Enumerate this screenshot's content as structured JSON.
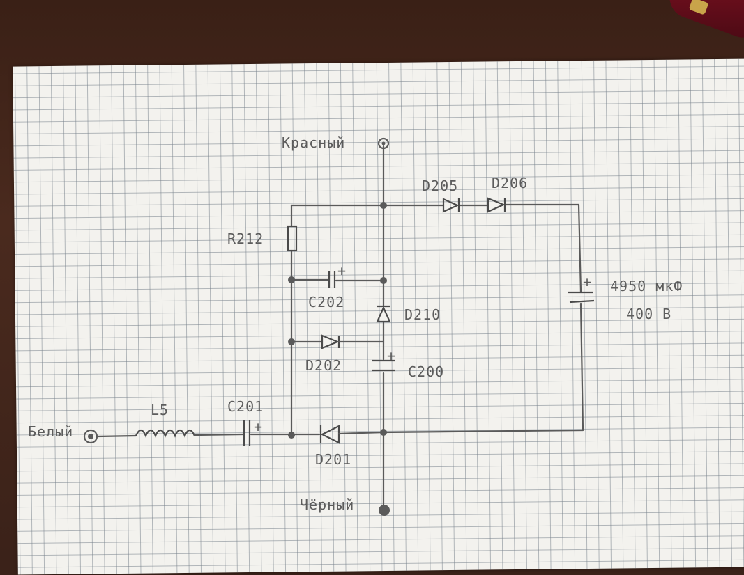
{
  "terminals": {
    "red": "Красный",
    "white": "Белый",
    "black": "Чёрный"
  },
  "components": {
    "d205": "D205",
    "d206": "D206",
    "r212": "R212",
    "c202": "C202",
    "d210": "D210",
    "d202": "D202",
    "c200": "C200",
    "l5": "L5",
    "c201": "C201",
    "d201": "D201",
    "main_cap_value": "4950 мкФ",
    "main_cap_voltage": "400 В"
  },
  "polarity": {
    "plus": "+"
  },
  "colors": {
    "wire": "#5a5a5a",
    "paper": "#f3f2ee",
    "grid": "#7a8490"
  }
}
